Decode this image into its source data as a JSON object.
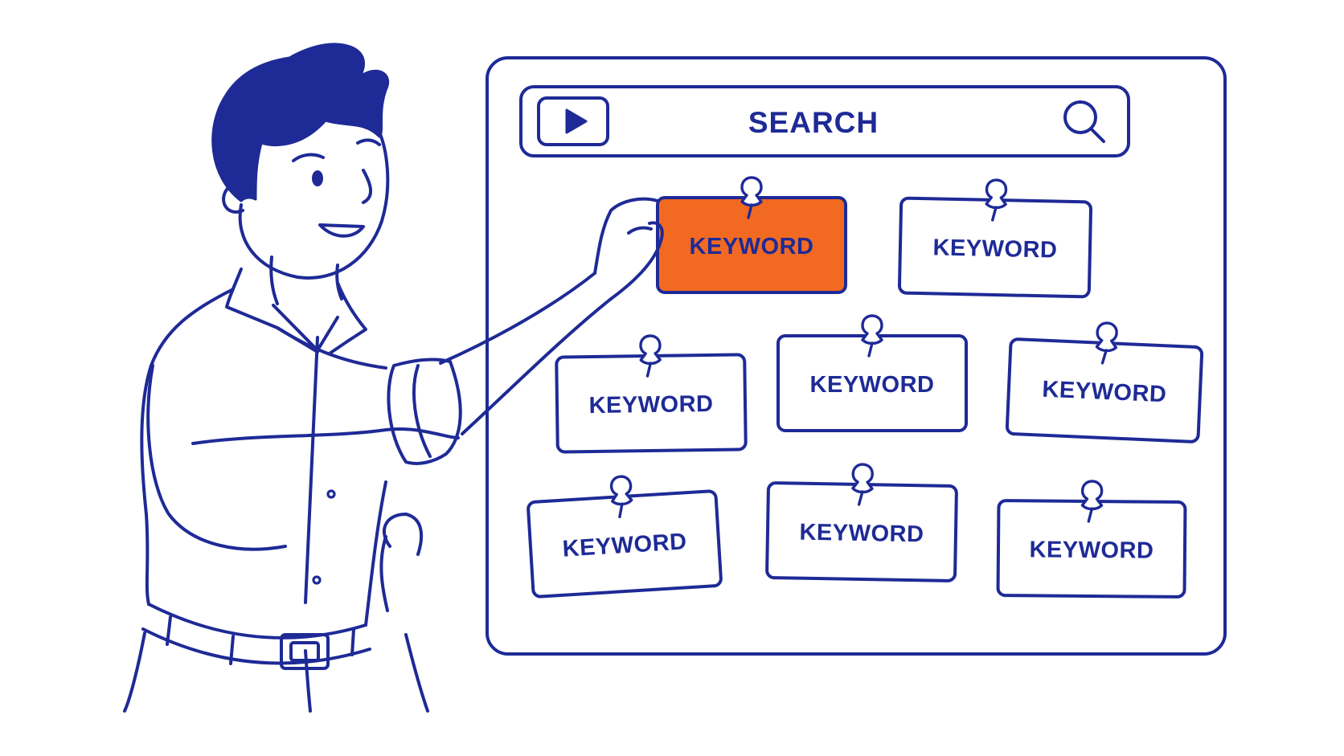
{
  "colors": {
    "ink": "#1e2a96",
    "highlight": "#f26a22",
    "background": "#ffffff"
  },
  "board": {
    "search_bar": {
      "label": "SEARCH",
      "left_icon": "play-icon",
      "right_icon": "search-icon"
    },
    "cards": [
      {
        "label": "KEYWORD",
        "highlighted": true
      },
      {
        "label": "KEYWORD",
        "highlighted": false
      },
      {
        "label": "KEYWORD",
        "highlighted": false
      },
      {
        "label": "KEYWORD",
        "highlighted": false
      },
      {
        "label": "KEYWORD",
        "highlighted": false
      },
      {
        "label": "KEYWORD",
        "highlighted": false
      },
      {
        "label": "KEYWORD",
        "highlighted": false
      },
      {
        "label": "KEYWORD",
        "highlighted": false
      }
    ]
  },
  "character": {
    "icon": "person-pinning-card-illustration"
  }
}
